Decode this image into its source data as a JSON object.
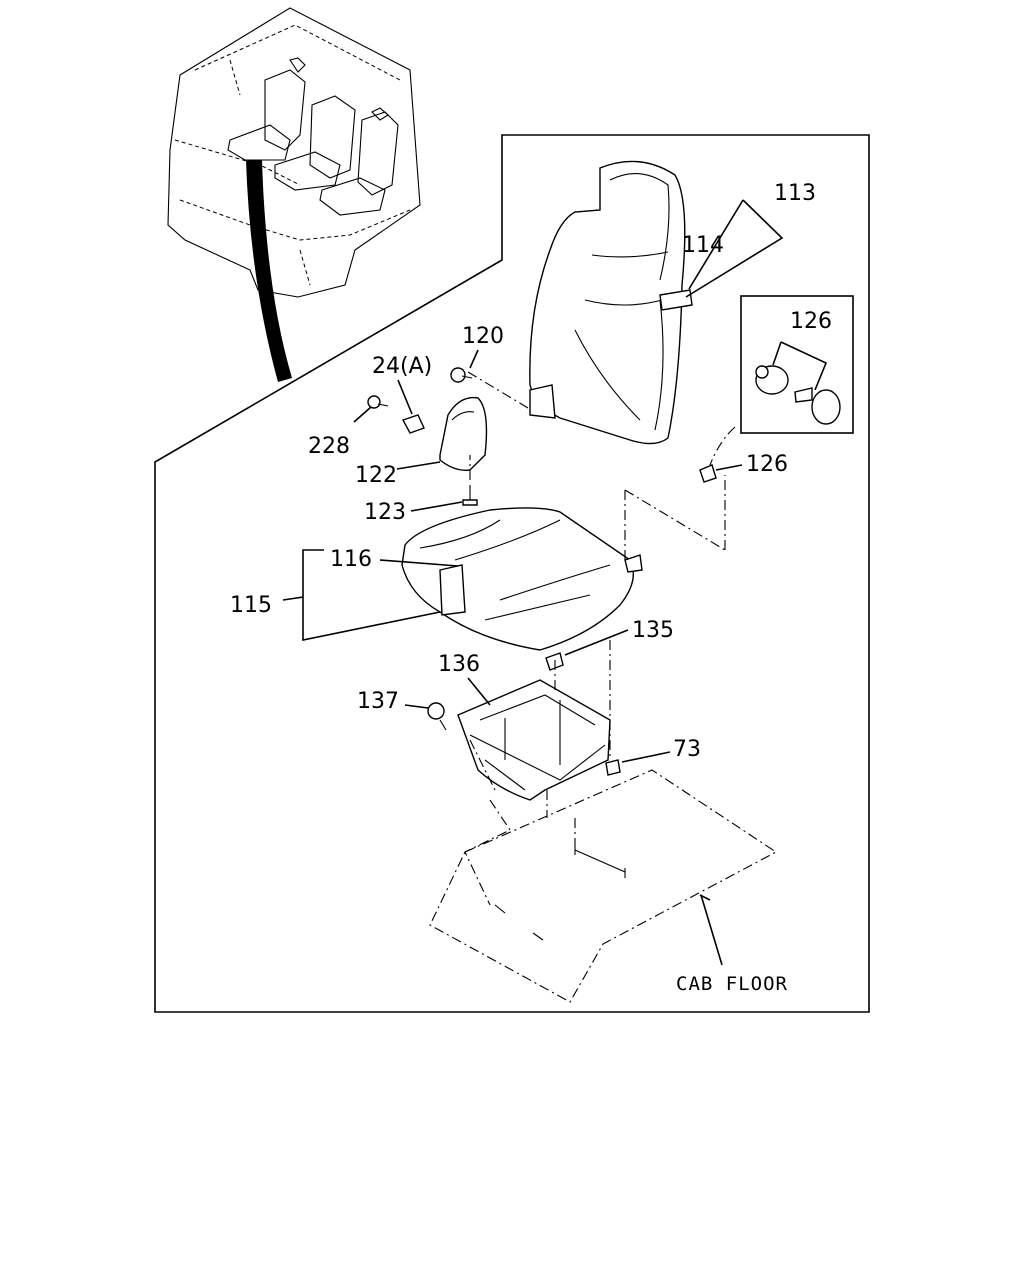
{
  "labels": {
    "l113": "113",
    "l114": "114",
    "l126a": "126",
    "l126b": "126",
    "l120": "120",
    "l24a": "24(A)",
    "l228": "228",
    "l122": "122",
    "l123": "123",
    "l116": "116",
    "l115": "115",
    "l135": "135",
    "l136": "136",
    "l137": "137",
    "l73": "73",
    "cab_floor": "CAB FLOOR"
  }
}
